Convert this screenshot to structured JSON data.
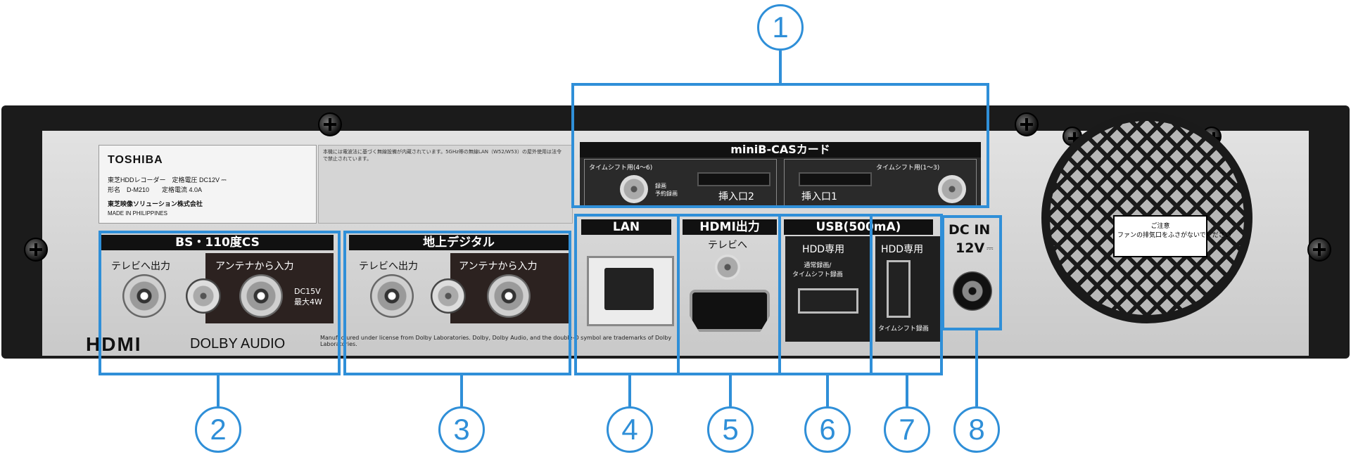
{
  "device": {
    "label": {
      "brand": "TOSHIBA",
      "line1": "東芝HDDレコーダー　定格電圧 DC12V ⎓",
      "line2": "形名　D-M210　　定格電流 4.0A",
      "line3": "東芝映像ソリューション株式会社",
      "line4": "MADE IN PHILIPPINES"
    },
    "notice_text": "本機には電波法に基づく無線設備が内蔵されています。5GHz帯の無線LAN（W52/W53）の屋外使用は法令で禁止されています。",
    "mini_bcas": {
      "title": "miniB-CASカード",
      "left_slot_top": "タイムシフト用(4〜6)",
      "left_slot_sub": "録画\n予約録画",
      "left_slot": "挿入口2",
      "right_slot_top": "タイムシフト用(1〜3)",
      "right_slot": "挿入口1"
    },
    "bs_cs": {
      "title": "BS・110度CS",
      "out_label": "テレビへ出力",
      "in_label": "アンテナから入力",
      "power_note": "DC15V\n最大4W"
    },
    "terrestrial": {
      "title": "地上デジタル",
      "out_label": "テレビへ出力",
      "in_label": "アンテナから入力"
    },
    "lan": {
      "title": "LAN"
    },
    "hdmi": {
      "title": "HDMI出力",
      "sub": "テレビへ"
    },
    "usb": {
      "title": "USB(500mA)",
      "hdd1_label": "HDD専用",
      "hdd1_sub": "通常録画/\nタイムシフト録画",
      "hdd2_label": "HDD専用",
      "hdd2_sub": "タイムシフト録画"
    },
    "dc_in": {
      "title": "DC IN",
      "voltage": "12V",
      "symbol": "⎓"
    },
    "logos": {
      "hdmi": "HDMI",
      "dolby": "DOLBY AUDIO",
      "dolby_note": "Manufactured under license from Dolby Laboratories. Dolby, Dolby Audio, and the double-D symbol are trademarks of Dolby Laboratories."
    },
    "fan_label": "ご注意\nファンの排気口をふさがないでください"
  },
  "callouts": [
    {
      "number": "1"
    },
    {
      "number": "2"
    },
    {
      "number": "3"
    },
    {
      "number": "4"
    },
    {
      "number": "5"
    },
    {
      "number": "6"
    },
    {
      "number": "7"
    },
    {
      "number": "8"
    }
  ],
  "colors": {
    "callout": "#2f8fd8"
  }
}
